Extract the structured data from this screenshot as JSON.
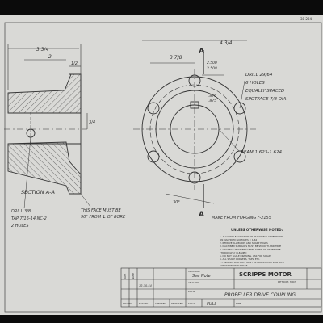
{
  "colors": {
    "paper": "#d9d9d6",
    "ink": "#333333",
    "background": "#0b0b0b"
  },
  "corner_ref": "38  204",
  "dims": {
    "side_overall": "3 3/4",
    "side_hub": "2",
    "side_flange": "1/2",
    "side_height": "3/4",
    "front_overall": "4 3/4",
    "front_bolt_circle": "3 7/8",
    "bore_upper": "2.500",
    "bore_lower": "2.508",
    "keyway_upper": ".876",
    "keyway_lower": ".875",
    "angle": "30°"
  },
  "section_marks": {
    "top": "A",
    "bottom": "A"
  },
  "notes": {
    "drill_29": "DRILL 29/64",
    "holes_6": "6 HOLES",
    "equally_spaced": "EQUALLY SPACED",
    "spotface": "SPOTFACE 7/8 DIA.",
    "ream": "REAM 1.623-1.624",
    "section": "SECTION A-A",
    "drill_38": "DRILL 3/8",
    "tap": "TAP 7/16-14 NC-2",
    "holes_2": "2 HOLES",
    "face_line1": "THIS FACE MUST BE",
    "face_line2": "90° FROM ℄ OF BORE",
    "forging": "MAKE FROM FORGING F-2155"
  },
  "general_notes": {
    "heading": "UNLESS OTHERWISE NOTED:",
    "items": [
      "1. ALLOWABLE VARIATION OF FRACTIONAL DIMENSIONS",
      "   ON MACHINED SURFACES ± 1/64",
      "2. REMOVE ALL BURRS AND SHARP EDGES",
      "3. MACHINED SURFACES MUST BE SMOOTH AND TRUE",
      "4. CASTINGS MUST BE SANDBLASTED OR OTHERWISE",
      "   THOROUGHLY CLEANED",
      "5. DO NOT SCALE DRAWING. ASK FOR SCALE",
      "6. ALL SHARP CORNERS, TAPS, ETC.",
      "7. FINISHED SURFACES MUST BE PROTECTED FROM RUST",
      "   CONDITION OF SURFACE"
    ]
  },
  "title_block": {
    "date_label": "DATE",
    "name_label": "NAME",
    "material_label": "MATERIAL",
    "material_value": "See Note",
    "analysis_label": "ANALYSIS",
    "title_label": "TITLE",
    "title_value": "PROPELLER DRIVE COUPLING",
    "company": "SCRIPPS MOTOR",
    "address": "DETROIT, MICH",
    "date_value": "12-30-44",
    "scale_label": "SCALE",
    "scale_value": "FULL",
    "size_label": "SIZE",
    "footer_labels": [
      "DRAWN",
      "TRACED",
      "CHECKED",
      "RELEASED"
    ]
  }
}
